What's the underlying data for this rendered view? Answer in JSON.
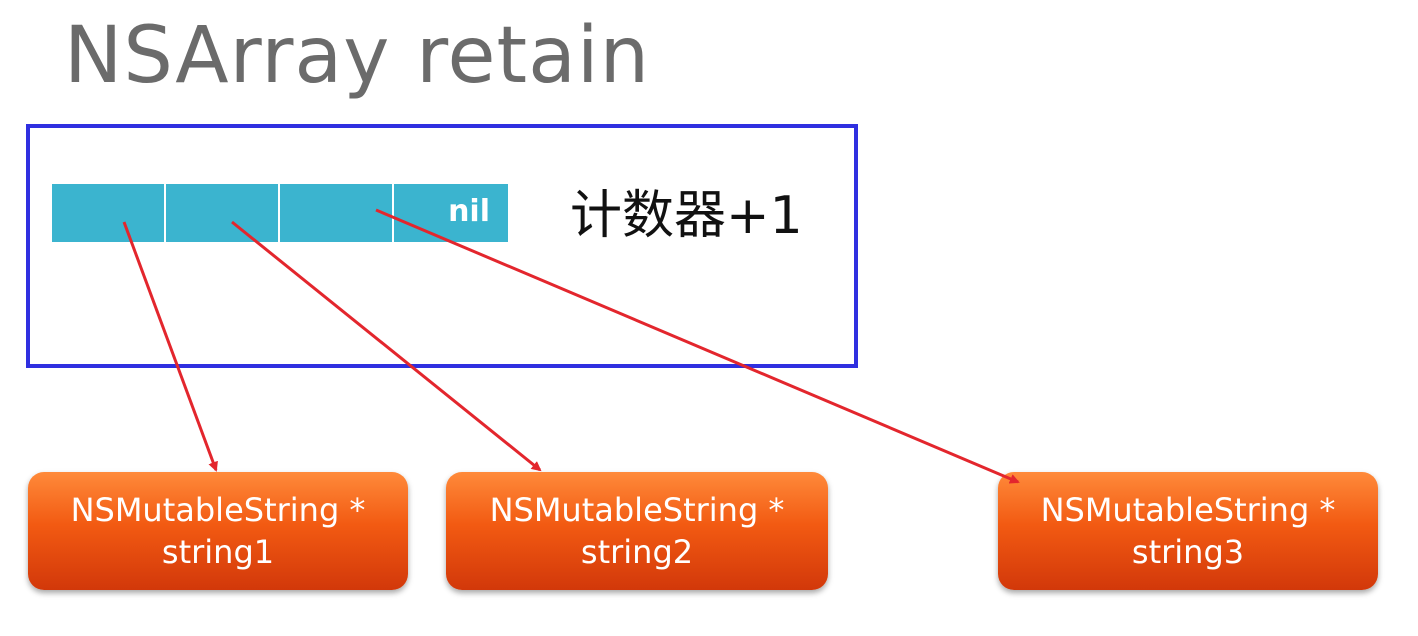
{
  "title": "NSArray retain",
  "array": {
    "cells": [
      "",
      "",
      "",
      "nil"
    ]
  },
  "counter_note": "计数器+1",
  "objects": [
    {
      "line1": "NSMutableString *",
      "line2": "string1"
    },
    {
      "line1": "NSMutableString *",
      "line2": "string2"
    },
    {
      "line1": "NSMutableString *",
      "line2": "string3"
    }
  ],
  "colors": {
    "title": "#6b6b6b",
    "frame": "#2f2fe0",
    "cell": "#3bb4cf",
    "arrow": "#e3262d",
    "box_top": "#ff8a3a",
    "box_bottom": "#d2380a"
  }
}
